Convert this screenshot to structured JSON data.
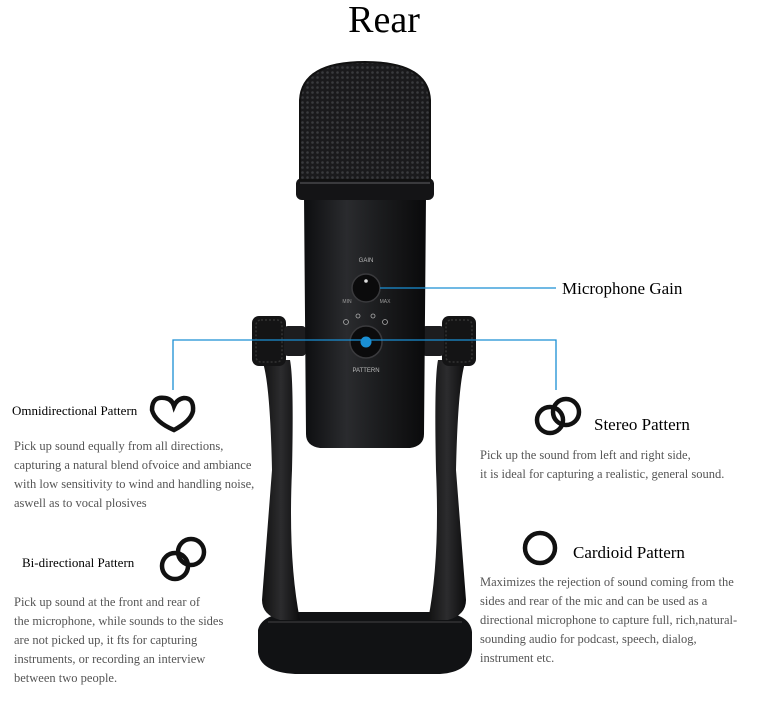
{
  "title": "Rear",
  "mic": {
    "gain_label": "GAIN",
    "min_label": "MIN",
    "max_label": "MAX",
    "pattern_label": "PATTERN"
  },
  "callouts": {
    "gain": {
      "label": "Microphone Gain"
    },
    "omni": {
      "label": "Omnidirectional Pattern",
      "lines": [
        "Pick up sound equally from all directions,",
        "capturing a natural blend ofvoice and ambiance",
        "with low sensitivity to wind and handling noise,",
        "aswell as to vocal plosives"
      ]
    },
    "stereo": {
      "label": "Stereo Pattern",
      "lines": [
        "Pick up the sound from left and right side,",
        "it is ideal for capturing a realistic, general sound."
      ]
    },
    "bi": {
      "label": "Bi-directional Pattern",
      "lines": [
        "Pick up sound at the front and rear of",
        "the microphone, while sounds to the sides",
        "are not picked up, it fts for capturing",
        "instruments, or recording an interview",
        "between two people."
      ]
    },
    "cardioid": {
      "label": "Cardioid Pattern",
      "lines": [
        "Maximizes the rejection of sound coming from the",
        "sides and rear of the mic and can be used as a",
        "directional microphone to capture full, rich,natural-",
        "sounding audio for podcast, speech, dialog,",
        "instrument etc."
      ]
    }
  },
  "colors": {
    "callout_line": "#1a8fd4",
    "mic_body": "#1e1f21"
  }
}
